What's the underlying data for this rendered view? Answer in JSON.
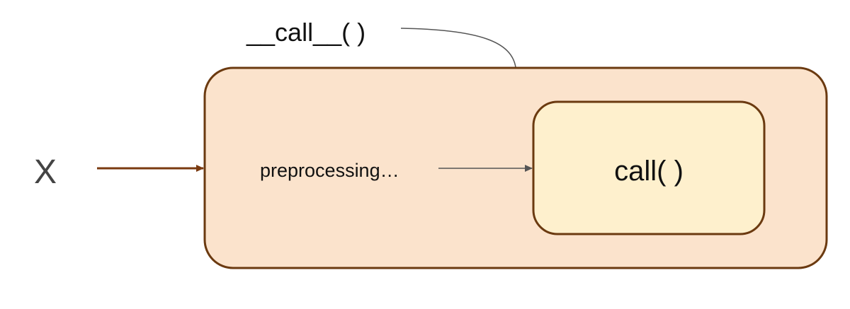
{
  "input": {
    "label": "X"
  },
  "outer_method": {
    "label": "__call__( )"
  },
  "preprocessing": {
    "label": "preprocessing…"
  },
  "inner_method": {
    "label": "call( )"
  },
  "colors": {
    "outer_fill": "#fbe3cc",
    "outer_stroke": "#6b3a10",
    "inner_fill": "#fef0cd",
    "inner_stroke": "#6b3a10",
    "input_arrow": "#7a3a10",
    "inner_arrow": "#555555",
    "callout_line": "#555555",
    "text": "#111111",
    "input_text": "#444444"
  }
}
